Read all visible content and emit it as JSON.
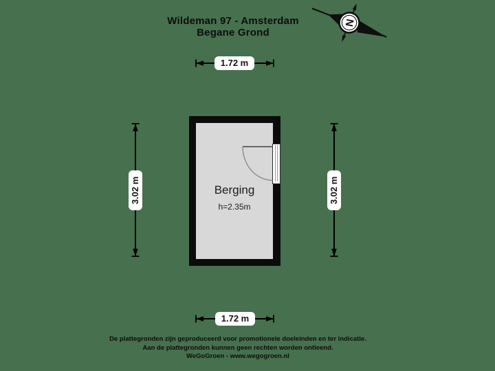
{
  "colors": {
    "background": "#47704E",
    "wall": "#0B0B0B",
    "room_fill": "#D8D8D8",
    "label_background": "#FFFFFF",
    "line": "#000000",
    "text": "#0D0D0D"
  },
  "header": {
    "title": "Wildeman 97 - Amsterdam",
    "subtitle": "Begane Grond"
  },
  "compass": {
    "label": "N"
  },
  "room": {
    "name": "Berging",
    "ceiling_height": "h=2.35m"
  },
  "dimensions": {
    "top": "1.72 m",
    "bottom": "1.72 m",
    "left": "3.02 m",
    "right": "3.02 m"
  },
  "footer": {
    "line1": "De plattegronden zijn geproduceerd voor promotionele doeleinden en ter indicatie.",
    "line2": "Aan de plattegronden kunnen geen rechten worden ontleend.",
    "line3": "WeGoGroen - www.wegogroen.nl"
  }
}
